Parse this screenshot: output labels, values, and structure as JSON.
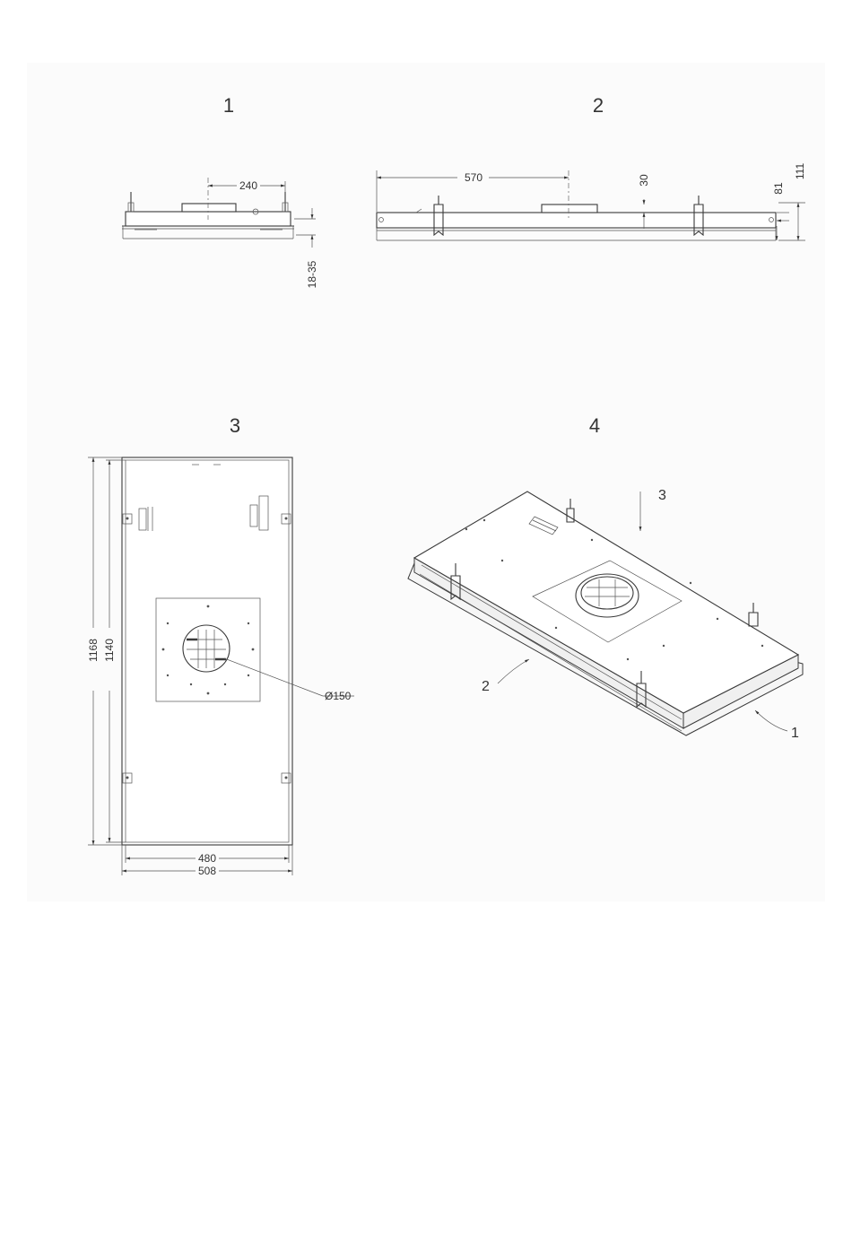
{
  "views": [
    {
      "label": "1"
    },
    {
      "label": "2"
    },
    {
      "label": "3"
    },
    {
      "label": "4"
    }
  ],
  "view1": {
    "dim_top": "240",
    "dim_side": "18-35"
  },
  "view2": {
    "dim_length": "570",
    "dim_collar": "30",
    "dim_body": "81",
    "dim_total": "111"
  },
  "view3": {
    "dim_outer_height": "1168",
    "dim_inner_height": "1140",
    "dim_inner_width": "480",
    "dim_outer_width": "508",
    "dim_diameter": "Ø150"
  },
  "view4": {
    "callouts": [
      "3",
      "2",
      "1"
    ]
  }
}
